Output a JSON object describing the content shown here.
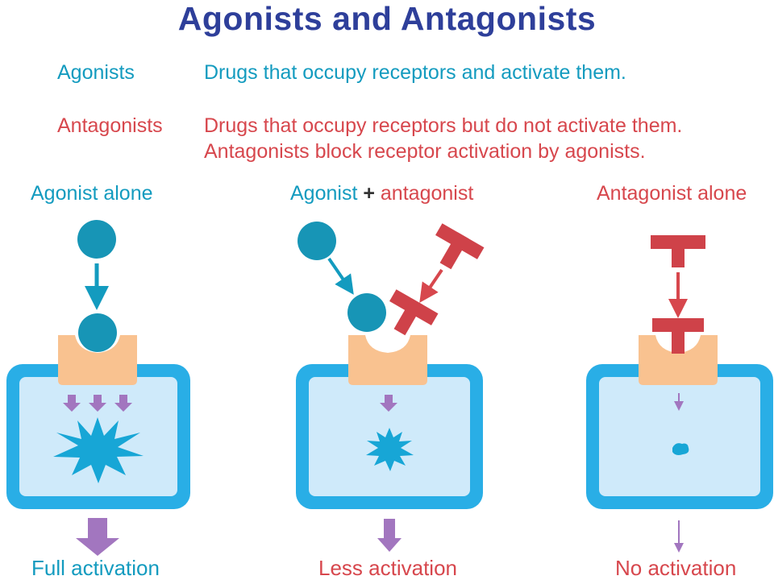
{
  "title": "Agonists and Antagonists",
  "definitions": {
    "agonists": {
      "term": "Agonists",
      "definition": "Drugs that occupy receptors and activate them."
    },
    "antagonists": {
      "term": "Antagonists",
      "definition_line1": "Drugs that occupy receptors but do not activate them.",
      "definition_line2": "Antagonists block receptor activation by agonists."
    }
  },
  "panels": [
    {
      "heading": "Agonist alone",
      "result": "Full activation",
      "activation_level": "full"
    },
    {
      "heading_agonist": "Agonist",
      "heading_plus": "+",
      "heading_antagonist": "antagonist",
      "result": "Less activation",
      "activation_level": "less"
    },
    {
      "heading": "Antagonist alone",
      "result": "No activation",
      "activation_level": "none"
    }
  ],
  "colors": {
    "title": "#2e3f9a",
    "agonist": "#139bbf",
    "antagonist": "#d7474d",
    "cell_border": "#29aee6",
    "cell_fill": "#cfeafa",
    "receptor": "#f9c290",
    "signal_arrow": "#a276bf",
    "burst": "#17a6d6"
  }
}
